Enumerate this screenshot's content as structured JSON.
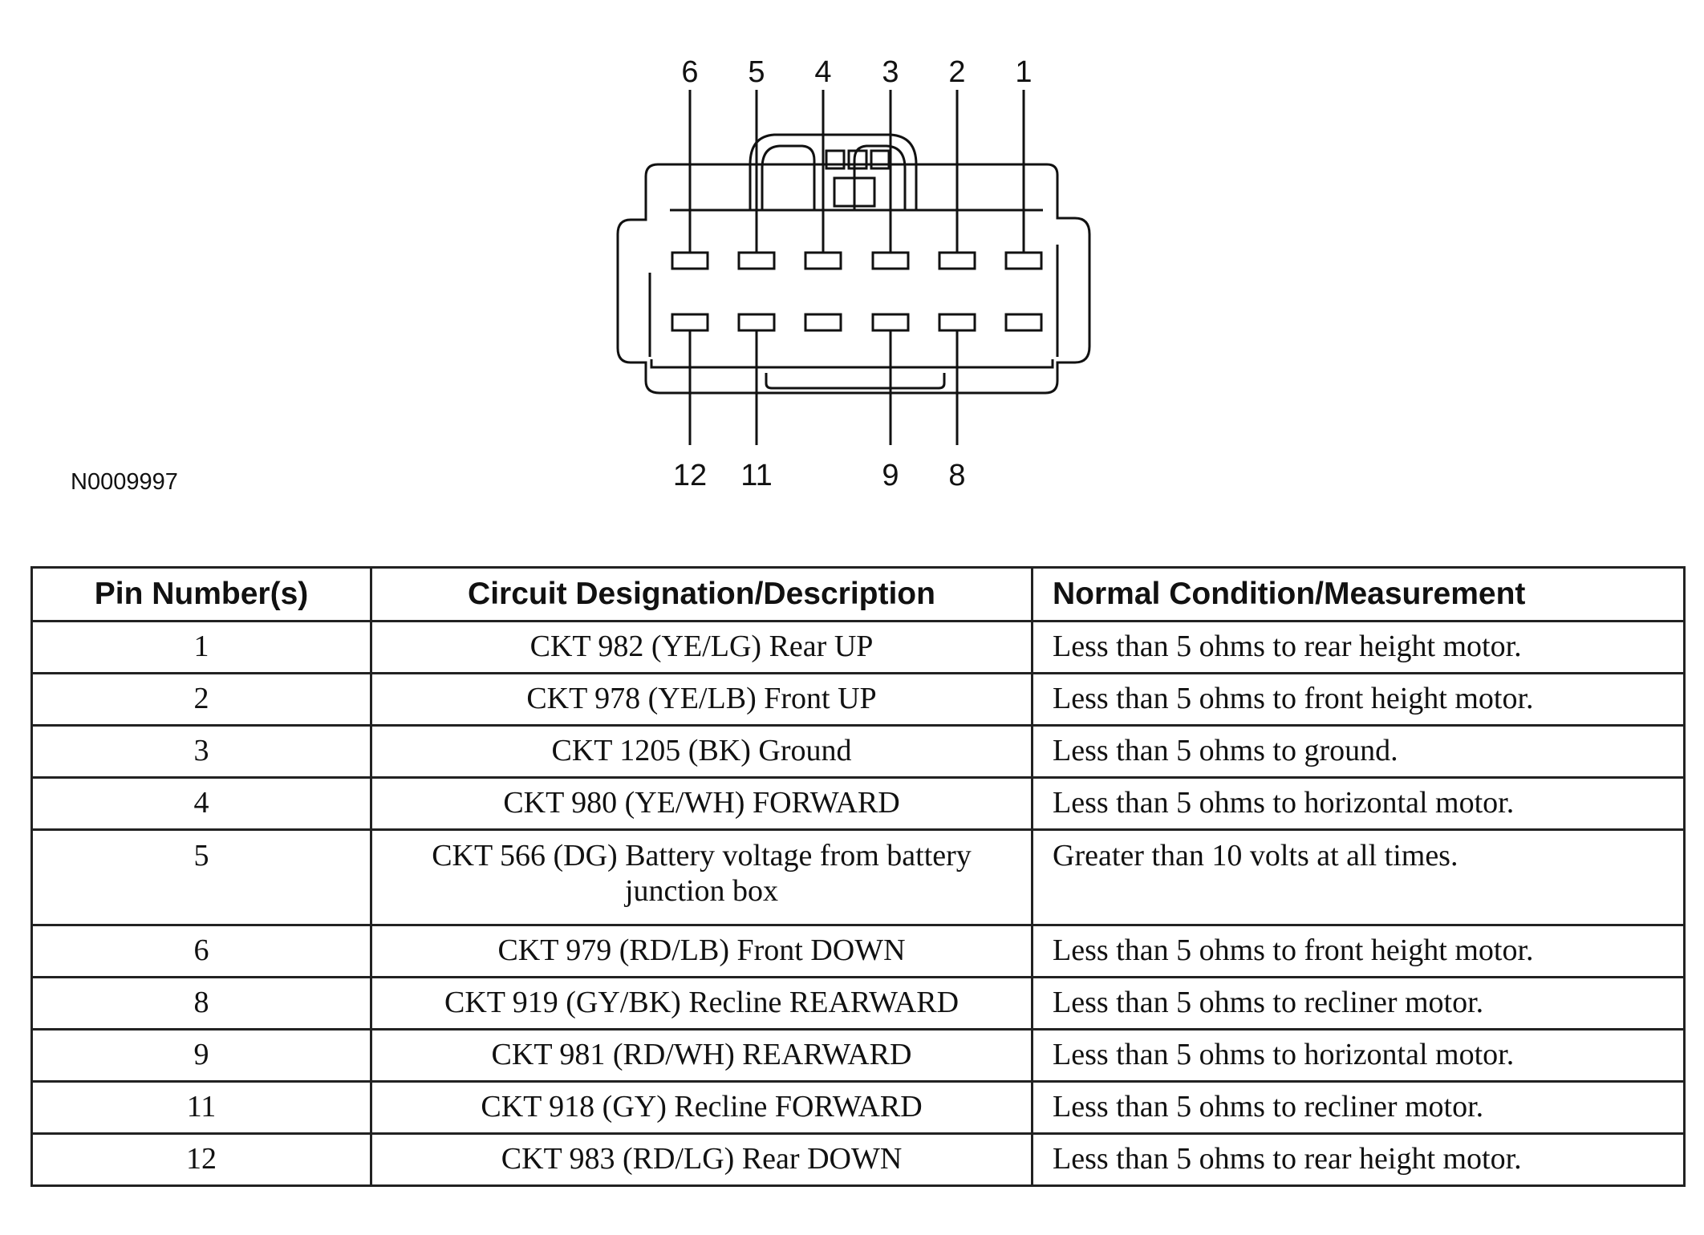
{
  "figure_id": "N0009997",
  "connector": {
    "top_pins": [
      "6",
      "5",
      "4",
      "3",
      "2",
      "1"
    ],
    "bottom_pins": [
      "12",
      "11",
      "9",
      "8"
    ]
  },
  "table": {
    "headers": [
      "Pin Number(s)",
      "Circuit Designation/Description",
      "Normal Condition/Measurement"
    ],
    "rows": [
      [
        "1",
        "CKT 982 (YE/LG) Rear UP",
        "Less than 5 ohms to rear height motor."
      ],
      [
        "2",
        "CKT 978 (YE/LB) Front UP",
        "Less than 5 ohms to front height motor."
      ],
      [
        "3",
        "CKT 1205 (BK) Ground",
        "Less than 5 ohms to ground."
      ],
      [
        "4",
        "CKT 980 (YE/WH) FORWARD",
        "Less than 5 ohms to horizontal motor."
      ],
      [
        "5",
        "CKT 566 (DG) Battery voltage from battery junction box",
        "Greater than 10 volts at all times."
      ],
      [
        "6",
        "CKT 979 (RD/LB) Front DOWN",
        "Less than 5 ohms to front height motor."
      ],
      [
        "8",
        "CKT 919 (GY/BK) Recline REARWARD",
        "Less than 5 ohms to recliner motor."
      ],
      [
        "9",
        "CKT 981 (RD/WH) REARWARD",
        "Less than 5 ohms to horizontal motor."
      ],
      [
        "11",
        "CKT 918 (GY) Recline FORWARD",
        "Less than 5 ohms to recliner motor."
      ],
      [
        "12",
        "CKT 983 (RD/LG) Rear DOWN",
        "Less than 5 ohms to rear height motor."
      ]
    ]
  }
}
